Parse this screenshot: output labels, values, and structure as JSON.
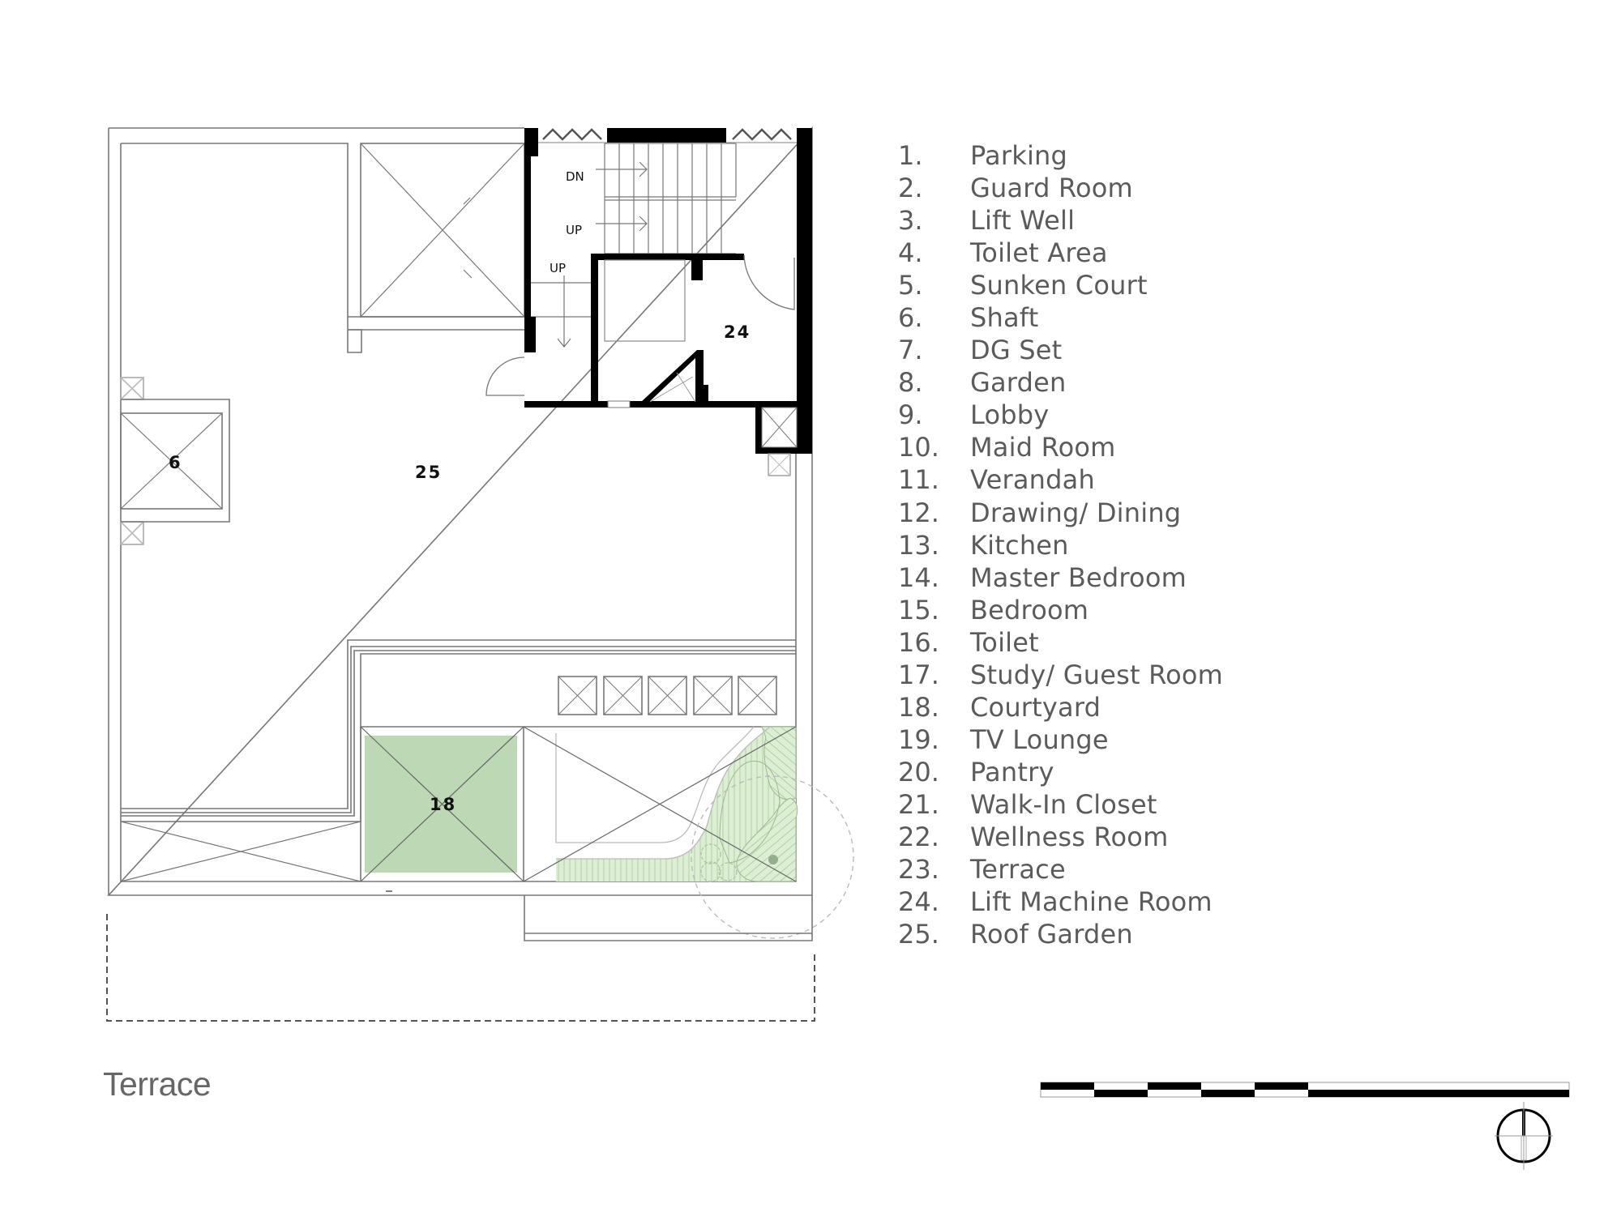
{
  "drawing": {
    "title": "Terrace",
    "colors": {
      "line": "#777777",
      "wall": "#000000",
      "courtyard_green": "#bdd8b5",
      "garden_green": "#dcefd2",
      "text": "#5b5b5b"
    },
    "room_tags": {
      "shaft": "6",
      "roof_garden": "25",
      "lift_machine_room": "24",
      "courtyard": "18"
    },
    "stair_labels": {
      "down": "DN",
      "up_1": "UP",
      "up_2": "UP"
    }
  },
  "legend": {
    "items": [
      {
        "num": "1.",
        "name": "Parking"
      },
      {
        "num": "2.",
        "name": "Guard Room"
      },
      {
        "num": "3.",
        "name": "Lift Well"
      },
      {
        "num": "4.",
        "name": "Toilet Area"
      },
      {
        "num": "5.",
        "name": "Sunken Court"
      },
      {
        "num": "6.",
        "name": "Shaft"
      },
      {
        "num": "7.",
        "name": "DG Set"
      },
      {
        "num": "8.",
        "name": "Garden"
      },
      {
        "num": "9.",
        "name": "Lobby"
      },
      {
        "num": "10.",
        "name": "Maid Room"
      },
      {
        "num": "11.",
        "name": "Verandah"
      },
      {
        "num": "12.",
        "name": "Drawing/ Dining"
      },
      {
        "num": "13.",
        "name": "Kitchen"
      },
      {
        "num": "14.",
        "name": "Master Bedroom"
      },
      {
        "num": "15.",
        "name": "Bedroom"
      },
      {
        "num": "16.",
        "name": "Toilet"
      },
      {
        "num": "17.",
        "name": "Study/ Guest Room"
      },
      {
        "num": "18.",
        "name": "Courtyard"
      },
      {
        "num": "19.",
        "name": "TV Lounge"
      },
      {
        "num": "20.",
        "name": "Pantry"
      },
      {
        "num": "21.",
        "name": "Walk-In Closet"
      },
      {
        "num": "22.",
        "name": "Wellness Room"
      },
      {
        "num": "23.",
        "name": "Terrace"
      },
      {
        "num": "24.",
        "name": "Lift Machine Room"
      },
      {
        "num": "25.",
        "name": "Roof Garden"
      }
    ]
  },
  "scale_bar": {
    "segments": 5
  },
  "north_arrow": {
    "icon": "north-arrow-icon"
  }
}
